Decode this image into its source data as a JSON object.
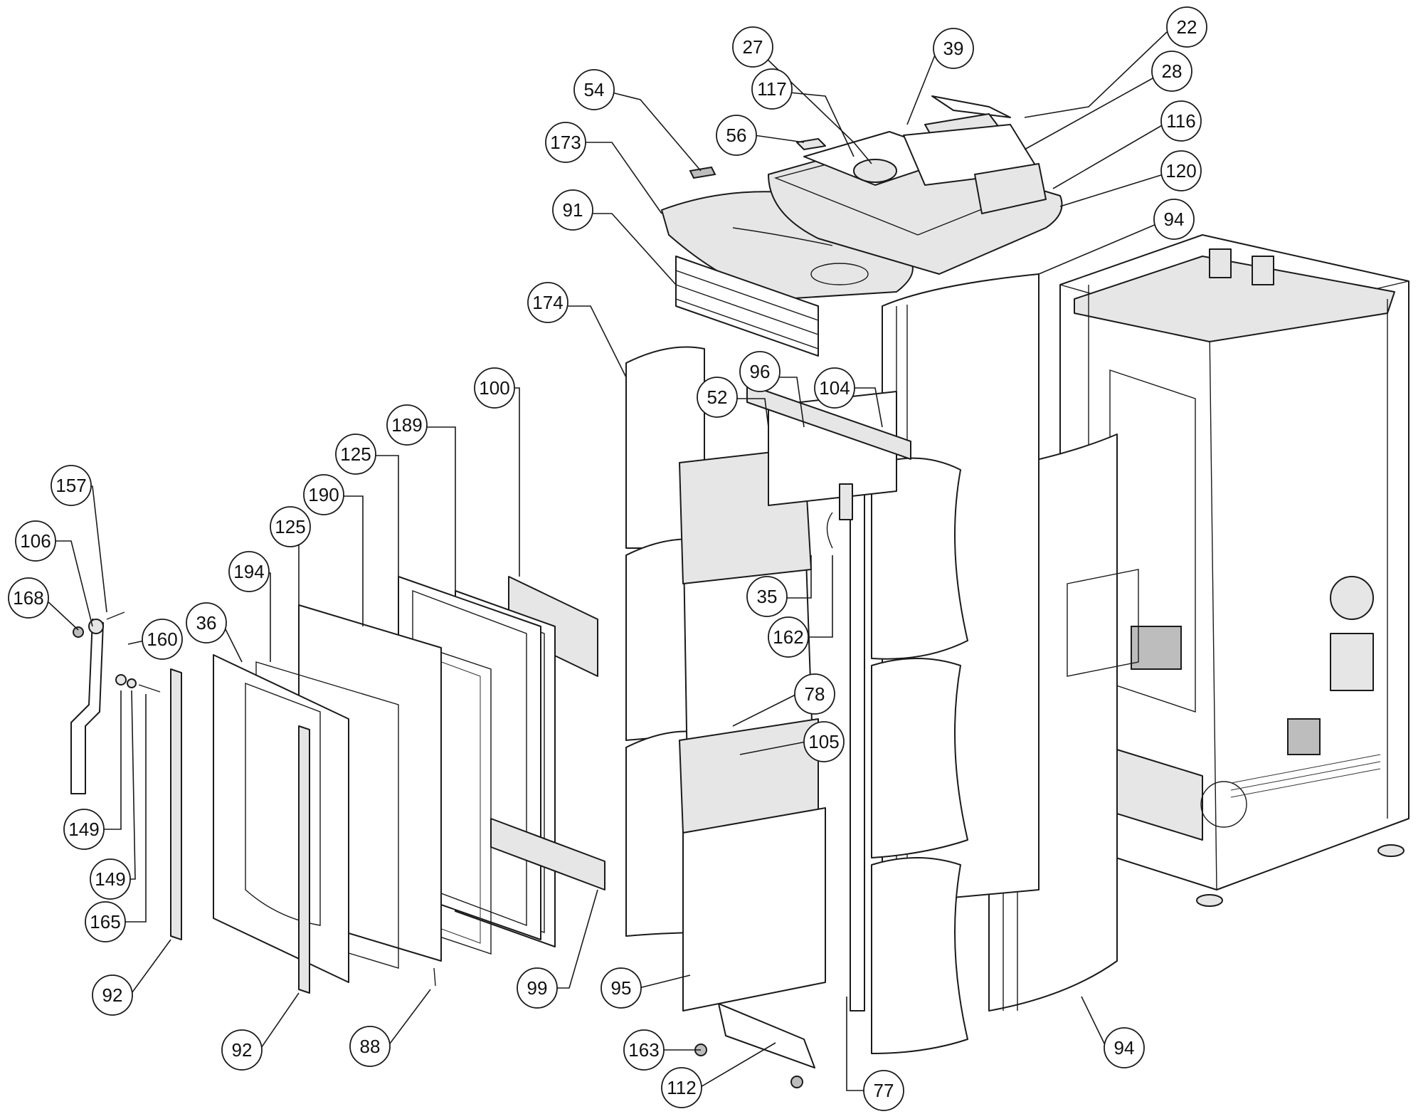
{
  "diagram": {
    "type": "exploded-parts-view",
    "callouts": [
      {
        "id": "c22",
        "label": "22"
      },
      {
        "id": "c27",
        "label": "27"
      },
      {
        "id": "c39",
        "label": "39"
      },
      {
        "id": "c28",
        "label": "28"
      },
      {
        "id": "c54",
        "label": "54"
      },
      {
        "id": "c117",
        "label": "117"
      },
      {
        "id": "c116",
        "label": "116"
      },
      {
        "id": "c56",
        "label": "56"
      },
      {
        "id": "c173",
        "label": "173"
      },
      {
        "id": "c120",
        "label": "120"
      },
      {
        "id": "c91",
        "label": "91"
      },
      {
        "id": "c94a",
        "label": "94"
      },
      {
        "id": "c174",
        "label": "174"
      },
      {
        "id": "c100",
        "label": "100"
      },
      {
        "id": "c96",
        "label": "96"
      },
      {
        "id": "c52",
        "label": "52"
      },
      {
        "id": "c104",
        "label": "104"
      },
      {
        "id": "c189",
        "label": "189"
      },
      {
        "id": "c125a",
        "label": "125"
      },
      {
        "id": "c157",
        "label": "157"
      },
      {
        "id": "c190",
        "label": "190"
      },
      {
        "id": "c106",
        "label": "106"
      },
      {
        "id": "c125b",
        "label": "125"
      },
      {
        "id": "c194",
        "label": "194"
      },
      {
        "id": "c35",
        "label": "35"
      },
      {
        "id": "c168",
        "label": "168"
      },
      {
        "id": "c36",
        "label": "36"
      },
      {
        "id": "c160",
        "label": "160"
      },
      {
        "id": "c162",
        "label": "162"
      },
      {
        "id": "c78",
        "label": "78"
      },
      {
        "id": "c105",
        "label": "105"
      },
      {
        "id": "c149a",
        "label": "149"
      },
      {
        "id": "c149b",
        "label": "149"
      },
      {
        "id": "c165",
        "label": "165"
      },
      {
        "id": "c99",
        "label": "99"
      },
      {
        "id": "c95",
        "label": "95"
      },
      {
        "id": "c92a",
        "label": "92"
      },
      {
        "id": "c92b",
        "label": "92"
      },
      {
        "id": "c88",
        "label": "88"
      },
      {
        "id": "c163",
        "label": "163"
      },
      {
        "id": "c94b",
        "label": "94"
      },
      {
        "id": "c112",
        "label": "112"
      },
      {
        "id": "c77",
        "label": "77"
      }
    ]
  }
}
